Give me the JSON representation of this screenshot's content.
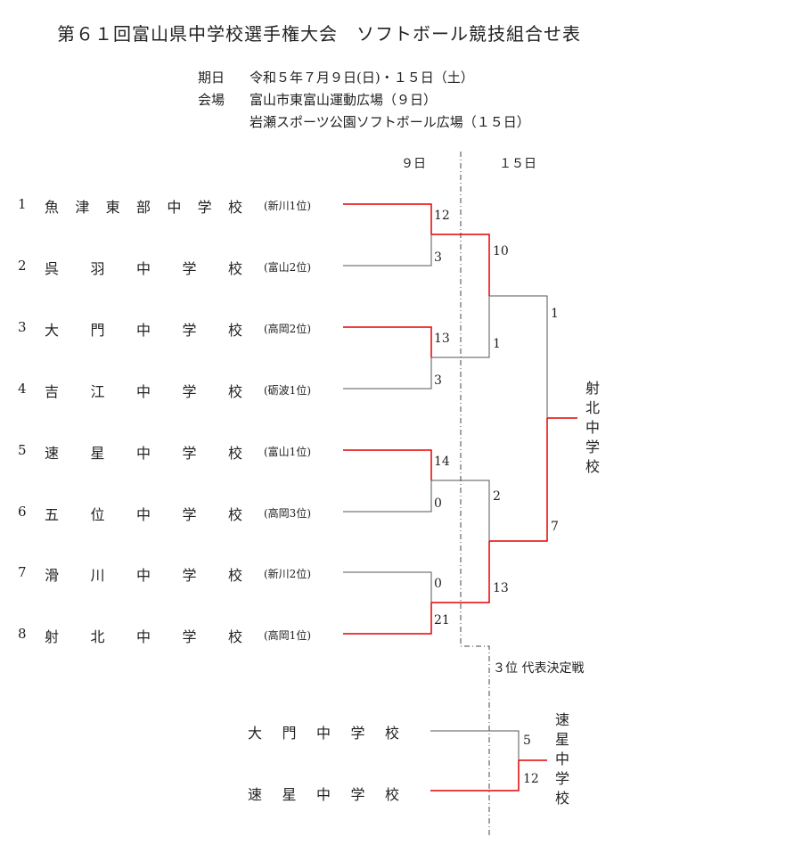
{
  "title": "第６１回富山県中学校選手権大会　ソフトボール競技組合せ表",
  "info": {
    "date_label": "期日",
    "date_value": "令和５年７月９日(日)・１５日（土）",
    "venue_label": "会場",
    "venue_value_1": "富山市東富山運動広場（９日）",
    "venue_value_2": "岩瀬スポーツ公園ソフトボール広場（１５日）"
  },
  "rounds": {
    "day1": "９日",
    "day2": "１５日"
  },
  "teams": [
    {
      "num": "1",
      "chars": [
        "魚",
        "津",
        "東",
        "部",
        "中",
        "学",
        "校"
      ],
      "seed": "(新川1位)"
    },
    {
      "num": "2",
      "chars": [
        "呉",
        "羽",
        "中",
        "学",
        "校"
      ],
      "seed": "(富山2位)"
    },
    {
      "num": "3",
      "chars": [
        "大",
        "門",
        "中",
        "学",
        "校"
      ],
      "seed": "(高岡2位)"
    },
    {
      "num": "4",
      "chars": [
        "吉",
        "江",
        "中",
        "学",
        "校"
      ],
      "seed": "(砺波1位)"
    },
    {
      "num": "5",
      "chars": [
        "速",
        "星",
        "中",
        "学",
        "校"
      ],
      "seed": "(富山1位)"
    },
    {
      "num": "6",
      "chars": [
        "五",
        "位",
        "中",
        "学",
        "校"
      ],
      "seed": "(高岡3位)"
    },
    {
      "num": "7",
      "chars": [
        "滑",
        "川",
        "中",
        "学",
        "校"
      ],
      "seed": "(新川2位)"
    },
    {
      "num": "8",
      "chars": [
        "射",
        "北",
        "中",
        "学",
        "校"
      ],
      "seed": "(高岡1位)"
    }
  ],
  "scores": {
    "r1_m1_top": "12",
    "r1_m1_bot": "3",
    "r1_m2_top": "13",
    "r1_m2_bot": "3",
    "r1_m3_top": "14",
    "r1_m3_bot": "0",
    "r1_m4_top": "0",
    "r1_m4_bot": "21",
    "sf1_top": "10",
    "sf1_bot": "1",
    "sf2_top": "2",
    "sf2_bot": "13",
    "final_top": "1",
    "final_bot": "7"
  },
  "champion": [
    "射",
    "北",
    "中",
    "学",
    "校"
  ],
  "third_place": {
    "label": "３位 代表決定戦",
    "team_top": [
      "大",
      "門",
      "中",
      "学",
      "校"
    ],
    "team_bot": [
      "速",
      "星",
      "中",
      "学",
      "校"
    ],
    "score_top": "5",
    "score_bot": "12",
    "winner": [
      "速",
      "星",
      "中",
      "学",
      "校"
    ]
  },
  "colors": {
    "winner_line": "#e60000",
    "loser_line": "#555555",
    "divider": "#444444"
  }
}
